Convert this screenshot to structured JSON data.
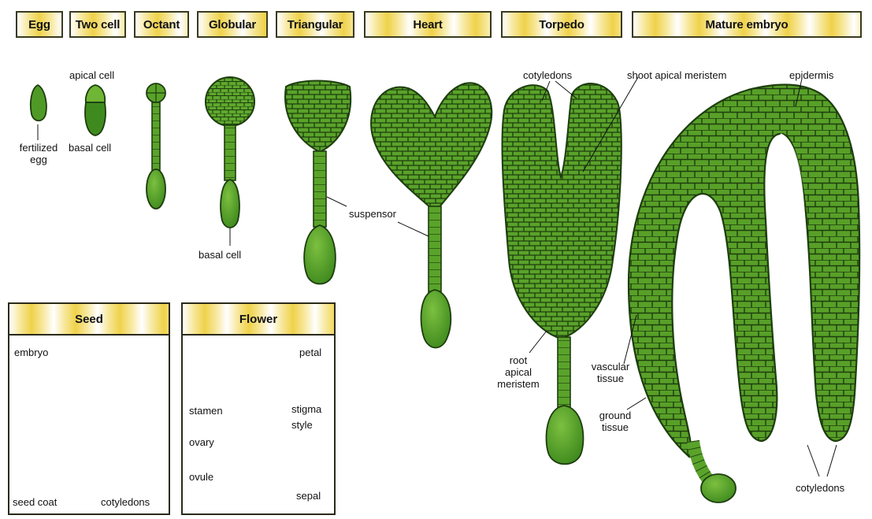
{
  "stages": [
    {
      "id": "egg",
      "label": "Egg"
    },
    {
      "id": "two-cell",
      "label": "Two cell"
    },
    {
      "id": "octant",
      "label": "Octant"
    },
    {
      "id": "globular",
      "label": "Globular"
    },
    {
      "id": "triangular",
      "label": "Triangular"
    },
    {
      "id": "heart",
      "label": "Heart"
    },
    {
      "id": "torpedo",
      "label": "Torpedo"
    },
    {
      "id": "mature",
      "label": "Mature embryo"
    }
  ],
  "labels": {
    "fertilized_egg": "fertilized\negg",
    "apical_cell": "apical cell",
    "basal_cell_two": "basal cell",
    "basal_cell_glob": "basal cell",
    "suspensor": "suspensor",
    "cotyledons_top": "cotyledons",
    "shoot_apical_meristem": "shoot apical meristem",
    "epidermis": "epidermis",
    "root_apical_meristem": "root\napical\nmeristem",
    "vascular_tissue": "vascular\ntissue",
    "ground_tissue": "ground\ntissue",
    "cotyledons_bottom": "cotyledons"
  },
  "seed_panel": {
    "title": "Seed",
    "embryo": "embryo",
    "seed_coat": "seed coat",
    "cotyledons": "cotyledons"
  },
  "flower_panel": {
    "title": "Flower",
    "petal": "petal",
    "stamen": "stamen",
    "stigma": "stigma",
    "style": "style",
    "ovary": "ovary",
    "ovule": "ovule",
    "sepal": "sepal"
  },
  "colors": {
    "tissue_green": "#5aa32a",
    "tissue_dark": "#2f6e1a",
    "cell_line": "#1d3d0e",
    "header_yellow": "#efd24a"
  }
}
